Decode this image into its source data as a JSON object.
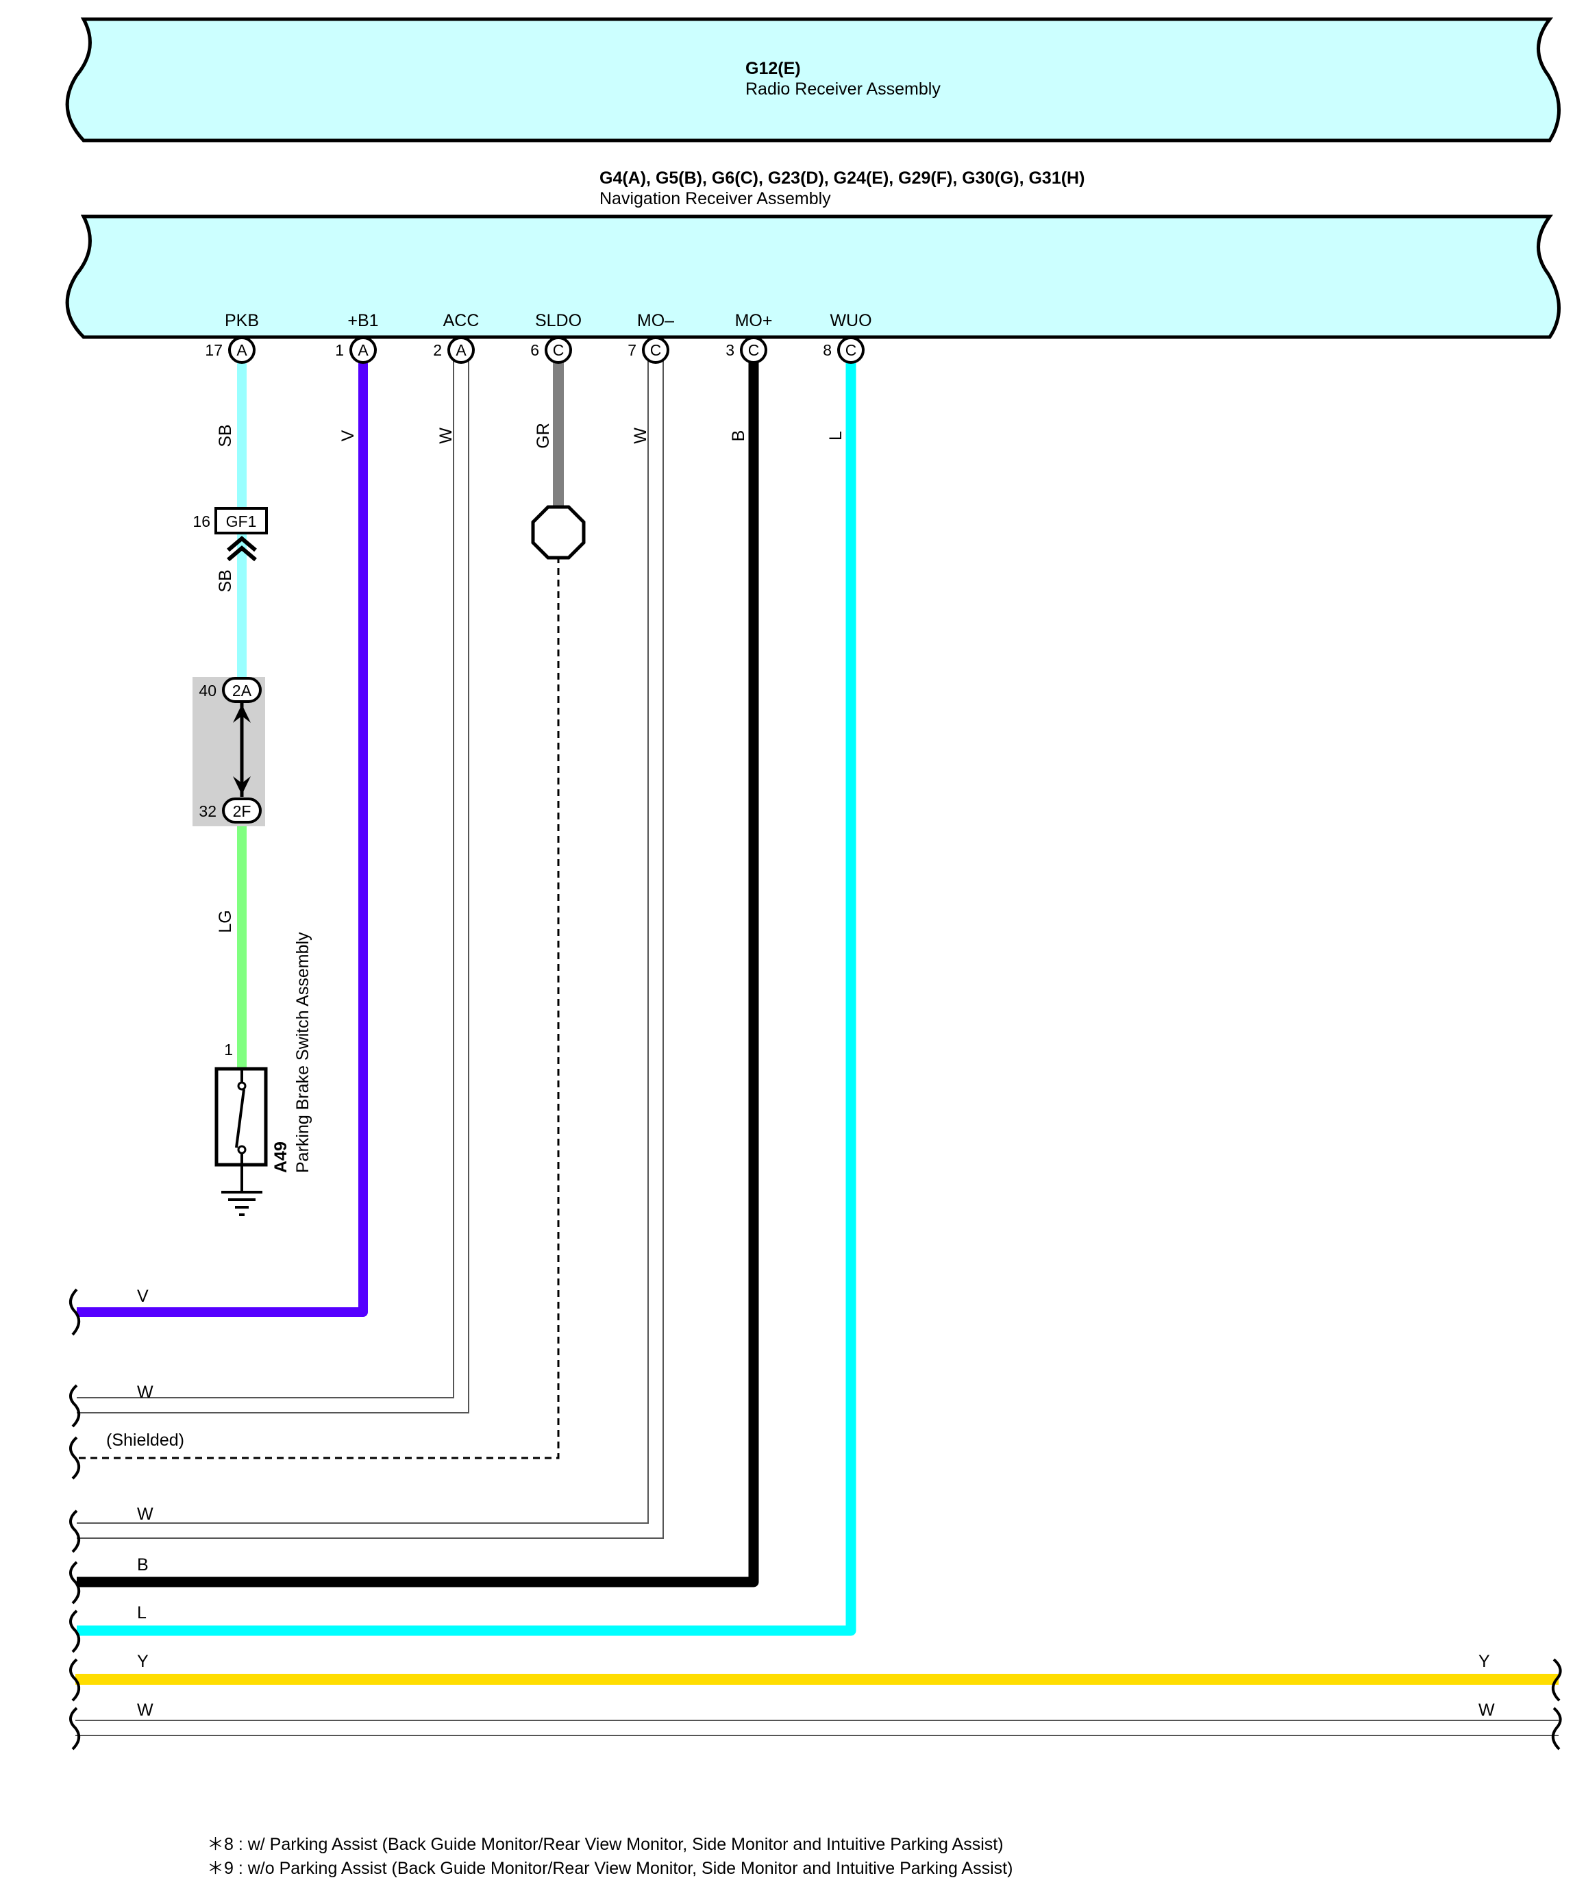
{
  "radio_receiver": {
    "code": "G12(E)",
    "name": "Radio Receiver Assembly"
  },
  "navigation_receiver": {
    "code": "G4(A), G5(B), G6(C), G23(D), G24(E), G29(F), G30(G), G31(H)",
    "name": "Navigation Receiver Assembly",
    "terminals": [
      {
        "name": "PKB",
        "pin": "17",
        "connector": "A"
      },
      {
        "name": "+B1",
        "pin": "1",
        "connector": "A"
      },
      {
        "name": "ACC",
        "pin": "2",
        "connector": "A"
      },
      {
        "name": "SLDO",
        "pin": "6",
        "connector": "C"
      },
      {
        "name": "MO–",
        "pin": "7",
        "connector": "C"
      },
      {
        "name": "MO+",
        "pin": "3",
        "connector": "C"
      },
      {
        "name": "WUO",
        "pin": "8",
        "connector": "C"
      }
    ]
  },
  "wire_colors": {
    "pkb": "SB",
    "pkb_lower": "SB",
    "pkb_bottom": "LG",
    "b1": "V",
    "acc": "W",
    "sldo": "GR",
    "mo_minus": "W",
    "mo_plus": "B",
    "wuo": "L"
  },
  "connectors": {
    "gf1": {
      "label": "GF1",
      "pin": "16"
    },
    "j2a": {
      "label": "2A",
      "pin": "40"
    },
    "j2f": {
      "label": "2F",
      "pin": "32"
    }
  },
  "parking_brake_switch": {
    "code": "A49",
    "name": "Parking Brake Switch Assembly",
    "pin": "1"
  },
  "exit_wires": {
    "v": "V",
    "w1": "W",
    "shielded": "(Shielded)",
    "w2": "W",
    "b": "B",
    "l": "L",
    "y": "Y",
    "y_right": "Y",
    "w3": "W",
    "w3_right": "W"
  },
  "notes": [
    "＊8 : w/ Parking Assist (Back Guide Monitor/Rear View Monitor,  Side Monitor and Intuitive Parking Assist)",
    "＊9 : w/o Parking Assist (Back Guide Monitor/Rear View Monitor,  Side Monitor and Intuitive Parking Assist)"
  ],
  "colors": {
    "unit_fill": "#ccffff",
    "SB": "#99ffff",
    "V": "#5500ff",
    "W": "#ffffff",
    "GR": "#808080",
    "B": "#000000",
    "L": "#00ffff",
    "LG": "#80ff80",
    "Y": "#ffdd00",
    "junction_box": "#d0d0d0"
  }
}
